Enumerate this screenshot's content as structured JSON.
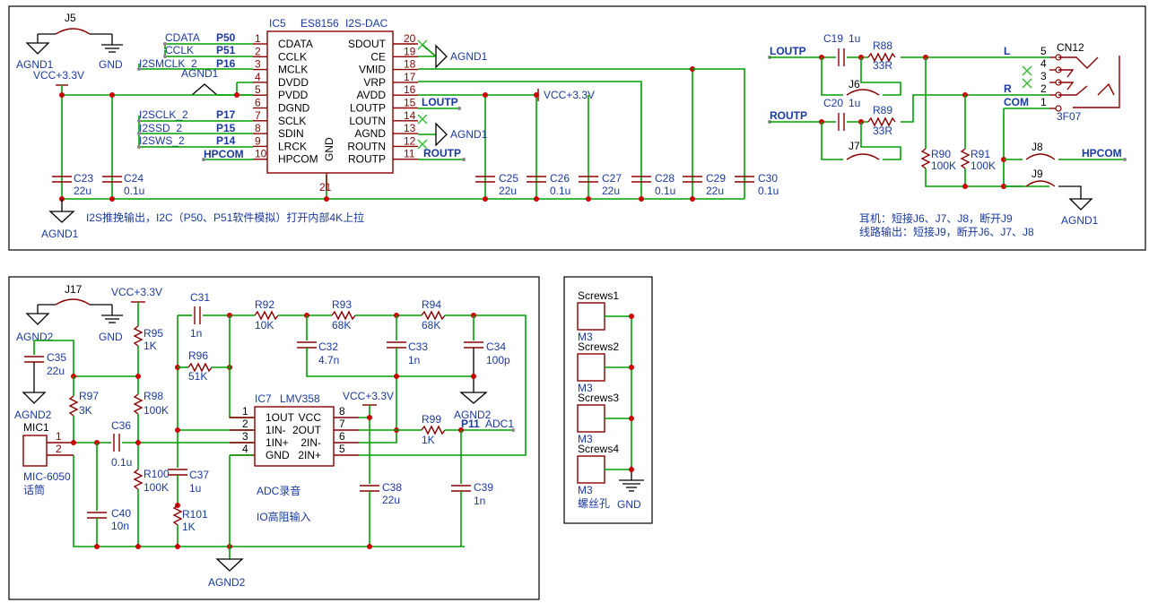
{
  "top": {
    "dac": {
      "ref": "IC5",
      "part": "ES8156",
      "func": "I2S-DAC",
      "gnd_pin_label": "GND",
      "gnd_pin_num": "21",
      "left_pins": [
        {
          "num": "1",
          "name": "CDATA"
        },
        {
          "num": "2",
          "name": "CCLK"
        },
        {
          "num": "3",
          "name": "MCLK"
        },
        {
          "num": "4",
          "name": "DVDD"
        },
        {
          "num": "5",
          "name": "PVDD"
        },
        {
          "num": "6",
          "name": "DGND"
        },
        {
          "num": "7",
          "name": "SCLK"
        },
        {
          "num": "8",
          "name": "SDIN"
        },
        {
          "num": "9",
          "name": "LRCK"
        },
        {
          "num": "10",
          "name": "HPCOM"
        }
      ],
      "right_pins": [
        {
          "num": "20",
          "name": "SDOUT"
        },
        {
          "num": "19",
          "name": "CE"
        },
        {
          "num": "18",
          "name": "VMID"
        },
        {
          "num": "17",
          "name": "VRP"
        },
        {
          "num": "16",
          "name": "AVDD"
        },
        {
          "num": "15",
          "name": "LOUTP"
        },
        {
          "num": "14",
          "name": "LOUTN"
        },
        {
          "num": "13",
          "name": "AGND"
        },
        {
          "num": "12",
          "name": "ROUTN"
        },
        {
          "num": "11",
          "name": "ROUTP"
        }
      ]
    },
    "left_nets": [
      "CDATA",
      "CCLK",
      "I2SMCLK_2",
      "I2SCLK_2",
      "I2SSD_2",
      "I2SWS_2"
    ],
    "ports": [
      "P50",
      "P51",
      "P16",
      "P17",
      "P15",
      "P14"
    ],
    "hpcom": "HPCOM",
    "jumper_j5": "J5",
    "agnd1": "AGND1",
    "gnd": "GND",
    "vcc": "VCC+3.3V",
    "caps_left": [
      {
        "ref": "C23",
        "val": "22u"
      },
      {
        "ref": "C24",
        "val": "0.1u"
      }
    ],
    "caps_right": [
      {
        "ref": "C25",
        "val": "22u"
      },
      {
        "ref": "C26",
        "val": "0.1u"
      },
      {
        "ref": "C27",
        "val": "22u"
      },
      {
        "ref": "C28",
        "val": "0.1u"
      },
      {
        "ref": "C29",
        "val": "22u"
      },
      {
        "ref": "C30",
        "val": "0.1u"
      }
    ],
    "loutp": "LOUTP",
    "routp": "ROUTP",
    "note": "I2S推挽输出，I2C（P50、P51软件模拟）打开内部4K上拉"
  },
  "output": {
    "loutp": "LOUTP",
    "routp": "ROUTP",
    "c19": {
      "ref": "C19",
      "val": "1u"
    },
    "c20": {
      "ref": "C20",
      "val": "1u"
    },
    "r88": {
      "ref": "R88",
      "val": "33R"
    },
    "r89": {
      "ref": "R89",
      "val": "33R"
    },
    "j6": "J6",
    "j7": "J7",
    "j8": "J8",
    "j9": "J9",
    "r90": {
      "ref": "R90",
      "val": "100K"
    },
    "r91": {
      "ref": "R91",
      "val": "100K"
    },
    "l": "L",
    "r": "R",
    "com": "COM",
    "connector": {
      "ref": "CN12",
      "part": "3F07",
      "pins": [
        "5",
        "4",
        "3",
        "2",
        "1"
      ]
    },
    "hpcom": "HPCOM",
    "agnd1": "AGND1",
    "note1": "耳机：短接J6、J7、J8，断开J9",
    "note2": "线路输出：短接J9，断开J6、J7、J8"
  },
  "mic": {
    "j17": "J17",
    "agnd2": "AGND2",
    "gnd": "GND",
    "vcc": "VCC+3.3V",
    "c35": {
      "ref": "C35",
      "val": "22u"
    },
    "r95": {
      "ref": "R95",
      "val": "1K"
    },
    "r97": {
      "ref": "R97",
      "val": "3K"
    },
    "r98": {
      "ref": "R98",
      "val": "100K"
    },
    "mic1": {
      "ref": "MIC1",
      "part": "MIC-6050",
      "desc": "话筒",
      "pins": [
        "1",
        "2"
      ]
    },
    "c36": {
      "ref": "C36",
      "val": "0.1u"
    },
    "r100": {
      "ref": "R100",
      "val": "100K"
    },
    "c40": {
      "ref": "C40",
      "val": "10n"
    },
    "c31": {
      "ref": "C31",
      "val": "1n"
    },
    "r96": {
      "ref": "R96",
      "val": "51K"
    },
    "c37": {
      "ref": "C37",
      "val": "1u"
    },
    "r101": {
      "ref": "R101",
      "val": "1K"
    },
    "r92": {
      "ref": "R92",
      "val": "10K"
    },
    "r93": {
      "ref": "R93",
      "val": "68K"
    },
    "r94": {
      "ref": "R94",
      "val": "68K"
    },
    "c32": {
      "ref": "C32",
      "val": "4.7n"
    },
    "c33": {
      "ref": "C33",
      "val": "1n"
    },
    "c34": {
      "ref": "C34",
      "val": "100p"
    },
    "opamp": {
      "ref": "IC7",
      "part": "LMV358",
      "left": [
        {
          "num": "1",
          "name": "1OUT"
        },
        {
          "num": "2",
          "name": "1IN-"
        },
        {
          "num": "3",
          "name": "1IN+"
        },
        {
          "num": "4",
          "name": "GND"
        }
      ],
      "right": [
        {
          "num": "8",
          "name": "VCC"
        },
        {
          "num": "7",
          "name": "2OUT"
        },
        {
          "num": "6",
          "name": "2IN-"
        },
        {
          "num": "5",
          "name": "2IN+"
        }
      ]
    },
    "r99": {
      "ref": "R99",
      "val": "1K"
    },
    "p11": "P11",
    "adc1": "ADC1",
    "c38": {
      "ref": "C38",
      "val": "22u"
    },
    "c39": {
      "ref": "C39",
      "val": "1n"
    },
    "adc_note": "ADC录音",
    "io_note": "IO高阻输入"
  },
  "screws": {
    "items": [
      {
        "ref": "Screws1",
        "val": "M3"
      },
      {
        "ref": "Screws2",
        "val": "M3"
      },
      {
        "ref": "Screws3",
        "val": "M3"
      },
      {
        "ref": "Screws4",
        "val": "M3"
      }
    ],
    "desc": "螺丝孔",
    "gnd": "GND"
  }
}
